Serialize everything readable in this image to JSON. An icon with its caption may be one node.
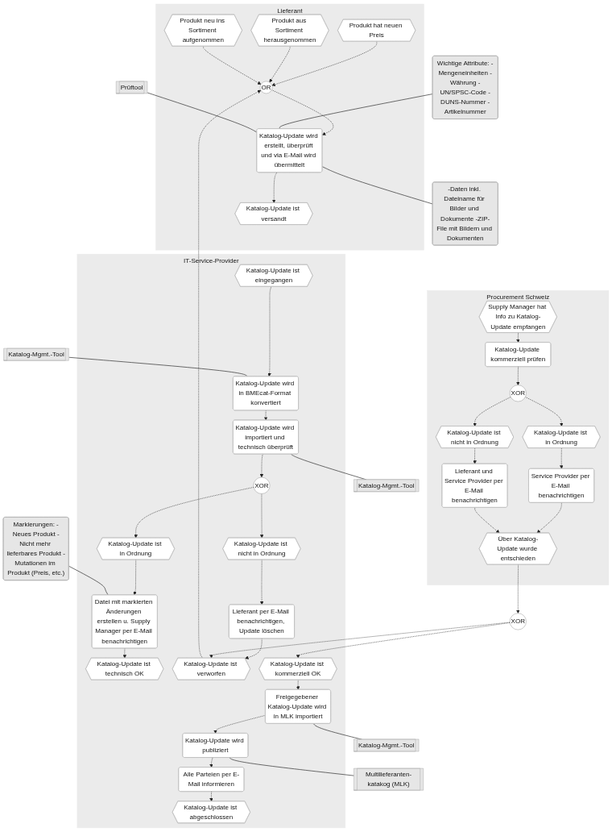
{
  "diagram": {
    "nodes": [
      {
        "text": [
          "Lieferant"
        ]
      },
      {
        "text": [
          "Produkt hat neuen Preis"
        ],
        "in": 0
      },
      {
        "text": [
          "Produkt aus Sortiment herausgenommen"
        ],
        "in": 0
      },
      {
        "text": [
          "Produkt neu ins Sortiment aufgenommen"
        ],
        "in": 0
      },
      {
        "text": [
          "OR"
        ],
        "in": 0
      },
      {
        "text": [
          "Katalog-Update wird erstellt, überprüft und via E-Mail wird übermittelt"
        ],
        "in": 0
      },
      {
        "text": [
          "Katalog-Update ist versandt"
        ],
        "in": 0
      },
      {
        "text": [
          "IT-Service-Provider"
        ]
      },
      {
        "text": [
          "Katalog-Update ist eingegangen"
        ],
        "in": 7
      },
      {
        "text": [
          "Katalog-Update wird in BMEcat-Format konvertiert"
        ],
        "in": 7
      },
      {
        "text": [
          "Katalog-Update wird importiert und technisch überprüft"
        ],
        "in": 7
      },
      {
        "text": [
          "XOR"
        ],
        "in": 7
      },
      {
        "text": [
          "Katalog-Update ist in Ordnung"
        ],
        "in": 7
      },
      {
        "text": [
          "Katalog-Update ist nicht in Ordnung"
        ],
        "in": 7
      },
      {
        "text": [
          "Datei mit markierten Änderungen erstellen u. Supply Manager per E-Mail benachrichtigen"
        ],
        "in": 7
      },
      {
        "text": [
          "Lieferant per E-Mail benachrichtigen, Update löschen"
        ],
        "in": 7
      },
      {
        "text": [
          "Katalog-Update ist technisch OK"
        ],
        "in": 7
      },
      {
        "text": [
          "Katalog-Update ist verworfen"
        ],
        "in": 7
      },
      {
        "text": [
          "Katalog-Update ist kommerziell OK"
        ],
        "in": 7
      },
      {
        "text": [
          "Freigegebener Katalog-Update wird in MLK importiert"
        ],
        "in": 7
      },
      {
        "text": [
          "Katalog-Update wird publiziert"
        ],
        "in": 7
      },
      {
        "text": [
          "Alle Parteien per E-Mail informieren"
        ],
        "in": 7
      },
      {
        "text": [
          "Katalog-Update ist abgeschlossen"
        ],
        "in": 7
      },
      {
        "text": [
          "XOR"
        ]
      },
      {
        "text": [
          "Procurement Schweiz"
        ]
      },
      {
        "text": [
          "Supply Manager hat Info zu Katalog-Update empfangen"
        ],
        "in": 24
      },
      {
        "text": [
          "Katalog-Update kommerziell prüfen"
        ],
        "in": 24
      },
      {
        "text": [
          "XOR"
        ],
        "in": 24
      },
      {
        "text": [
          "Katalog-Update ist in Ordnung"
        ],
        "in": 24
      },
      {
        "text": [
          "Katalog-Update ist nicht in Ordnung"
        ],
        "in": 24
      },
      {
        "text": [
          "Service Provider per E-Mail benachrichtigen"
        ],
        "in": 24
      },
      {
        "text": [
          "Lieferant und Service Provider per E-Mail benachrichtigen"
        ],
        "in": 24
      },
      {
        "text": [
          "Über Katalog-Update wurde entschieden"
        ],
        "in": 24
      },
      {
        "text": [
          "Wichtige Attribute: -Mengeneinheiten -Währung -UN/SPSC-Code -DUNS-Nummer -Artikelnummer"
        ]
      },
      {
        "text": [
          "Prüftool"
        ]
      },
      {
        "text": [
          "-Daten inkl. Dateiname für Bilder und Dokumente -ZIP-File mit Bildern und Dokumenten"
        ]
      },
      {
        "text": [
          "Katalog-Mgmt.-Tool"
        ]
      },
      {
        "text": [
          "Katalog-Mgmt.-Tool"
        ]
      },
      {
        "text": [
          "Markierungen: -Neues Produkt -Nicht mehr lieferbares Produkt -Mutationen im Produkt (Preis, etc.)"
        ]
      },
      {
        "text": [
          "Katalog-Mgmt.-Tool"
        ]
      },
      {
        "text": [
          "Multilieferanten-katakog (MLK)"
        ]
      }
    ],
    "edges": [
      {
        "from": 1,
        "to": 4,
        "arrow": "to",
        "style": "dashed"
      },
      {
        "from": 2,
        "to": 4,
        "arrow": "to",
        "style": "dashed"
      },
      {
        "from": 3,
        "to": 4,
        "arrow": "to",
        "style": "dashed"
      },
      {
        "from": 17,
        "to": 4,
        "arrow": "to",
        "style": "dashed"
      },
      {
        "from": 4,
        "to": 5,
        "arrow": "to",
        "style": "dashed"
      },
      {
        "from": 5,
        "to": 6,
        "arrow": "to",
        "style": "dashed"
      },
      {
        "from": 8,
        "to": 9,
        "arrow": "to",
        "style": "dashed"
      },
      {
        "from": 9,
        "to": 10,
        "arrow": "to",
        "style": "dashed"
      },
      {
        "from": 10,
        "to": 11,
        "arrow": "to",
        "style": "dashed"
      },
      {
        "from": 11,
        "to": 12,
        "arrow": "to",
        "style": "dashed"
      },
      {
        "from": 11,
        "to": 13,
        "arrow": "to",
        "style": "dashed"
      },
      {
        "from": 12,
        "to": 14,
        "arrow": "to",
        "style": "dashed"
      },
      {
        "from": 13,
        "to": 15,
        "arrow": "to",
        "style": "dashed"
      },
      {
        "from": 14,
        "to": 16,
        "arrow": "to",
        "style": "dashed"
      },
      {
        "from": 15,
        "to": 17,
        "arrow": "to",
        "style": "dashed"
      },
      {
        "from": 23,
        "to": 17,
        "arrow": "to",
        "style": "dashed"
      },
      {
        "from": 23,
        "to": 18,
        "arrow": "to",
        "style": "dashed"
      },
      {
        "from": 18,
        "to": 19,
        "arrow": "to",
        "style": "dashed"
      },
      {
        "from": 19,
        "to": 20,
        "arrow": "to",
        "style": "dashed"
      },
      {
        "from": 20,
        "to": 21,
        "arrow": "to",
        "style": "dashed"
      },
      {
        "from": 21,
        "to": 22,
        "arrow": "to",
        "style": "dashed"
      },
      {
        "from": 25,
        "to": 26,
        "arrow": "to",
        "style": "dashed"
      },
      {
        "from": 26,
        "to": 27,
        "arrow": "to",
        "style": "dashed"
      },
      {
        "from": 27,
        "to": 28,
        "arrow": "to",
        "style": "dashed"
      },
      {
        "from": 27,
        "to": 29,
        "arrow": "to",
        "style": "dashed"
      },
      {
        "from": 28,
        "to": 30,
        "arrow": "to",
        "style": "dashed"
      },
      {
        "from": 29,
        "to": 31,
        "arrow": "to",
        "style": "dashed"
      },
      {
        "from": 30,
        "to": 32,
        "arrow": "to",
        "style": "dashed"
      },
      {
        "from": 31,
        "to": 32,
        "arrow": "to",
        "style": "dashed"
      },
      {
        "from": 32,
        "to": 23,
        "arrow": "to",
        "style": "dashed"
      },
      {
        "from": 33,
        "to": 5,
        "arrow": "none"
      },
      {
        "from": 34,
        "to": 5,
        "arrow": "none"
      },
      {
        "from": 5,
        "to": 35,
        "arrow": "none"
      },
      {
        "from": 36,
        "to": 9,
        "arrow": "none"
      },
      {
        "from": 10,
        "to": 37,
        "arrow": "none"
      },
      {
        "from": 38,
        "to": 14,
        "arrow": "none"
      },
      {
        "from": 19,
        "to": 39,
        "arrow": "none"
      },
      {
        "from": 20,
        "to": 40,
        "arrow": "none"
      }
    ]
  }
}
